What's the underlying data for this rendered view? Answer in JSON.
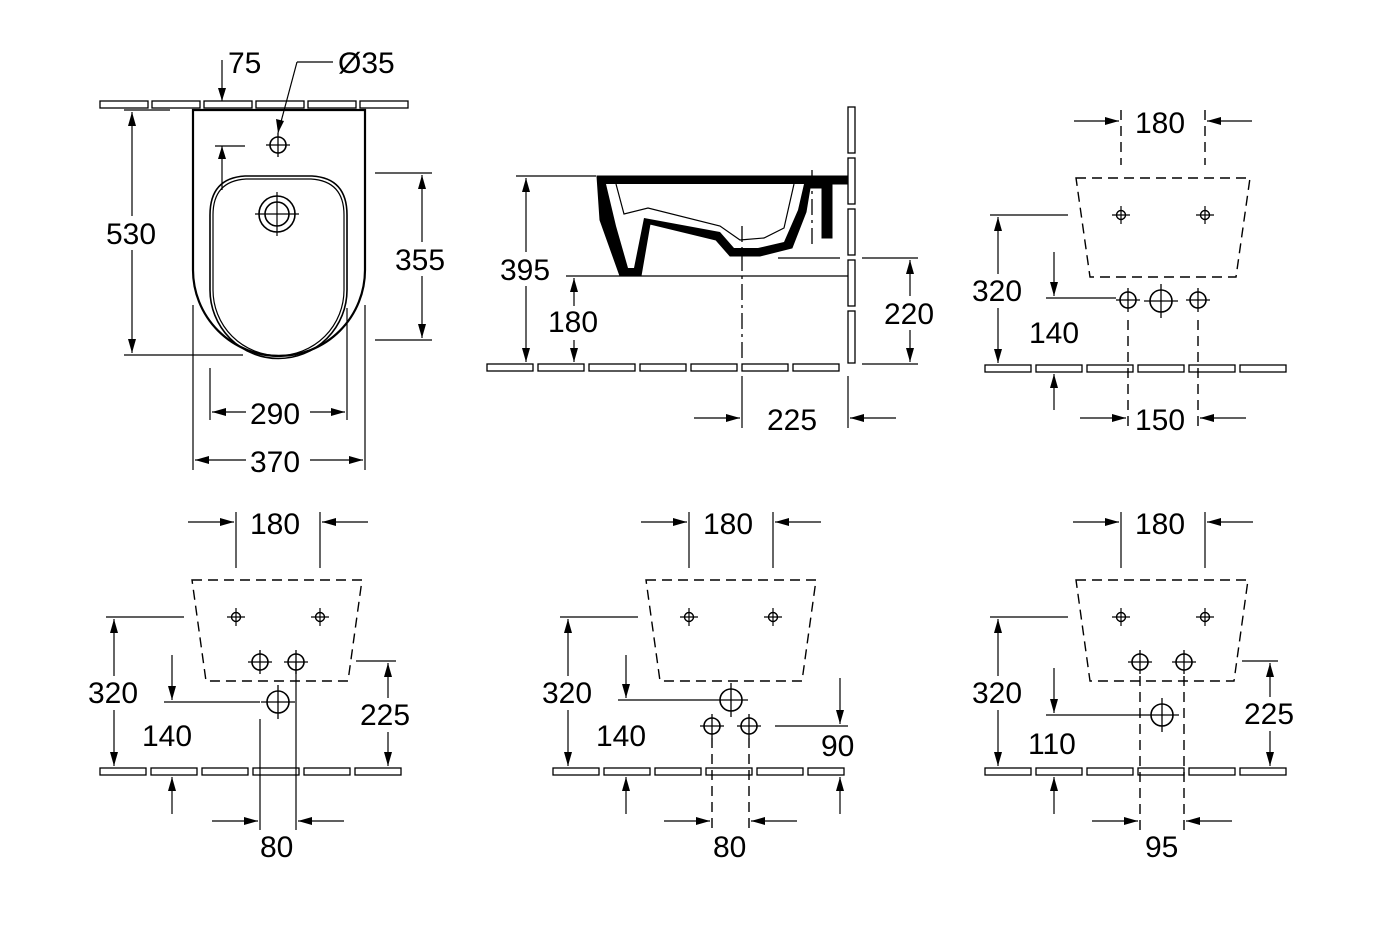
{
  "views": {
    "top": {
      "dim_75": "75",
      "dim_hole": "Ø35",
      "dim_530": "530",
      "dim_355": "355",
      "dim_290": "290",
      "dim_370": "370"
    },
    "side": {
      "dim_395": "395",
      "dim_180": "180",
      "dim_220": "220",
      "dim_225": "225"
    },
    "rear_a": {
      "dim_180": "180",
      "dim_320": "320",
      "dim_140": "140",
      "dim_150": "150"
    },
    "rear_b": {
      "dim_180": "180",
      "dim_320": "320",
      "dim_140": "140",
      "dim_225": "225",
      "dim_80": "80"
    },
    "rear_c": {
      "dim_180": "180",
      "dim_320": "320",
      "dim_140": "140",
      "dim_90": "90",
      "dim_80": "80"
    },
    "rear_d": {
      "dim_180": "180",
      "dim_320": "320",
      "dim_110": "110",
      "dim_225": "225",
      "dim_95": "95"
    }
  }
}
